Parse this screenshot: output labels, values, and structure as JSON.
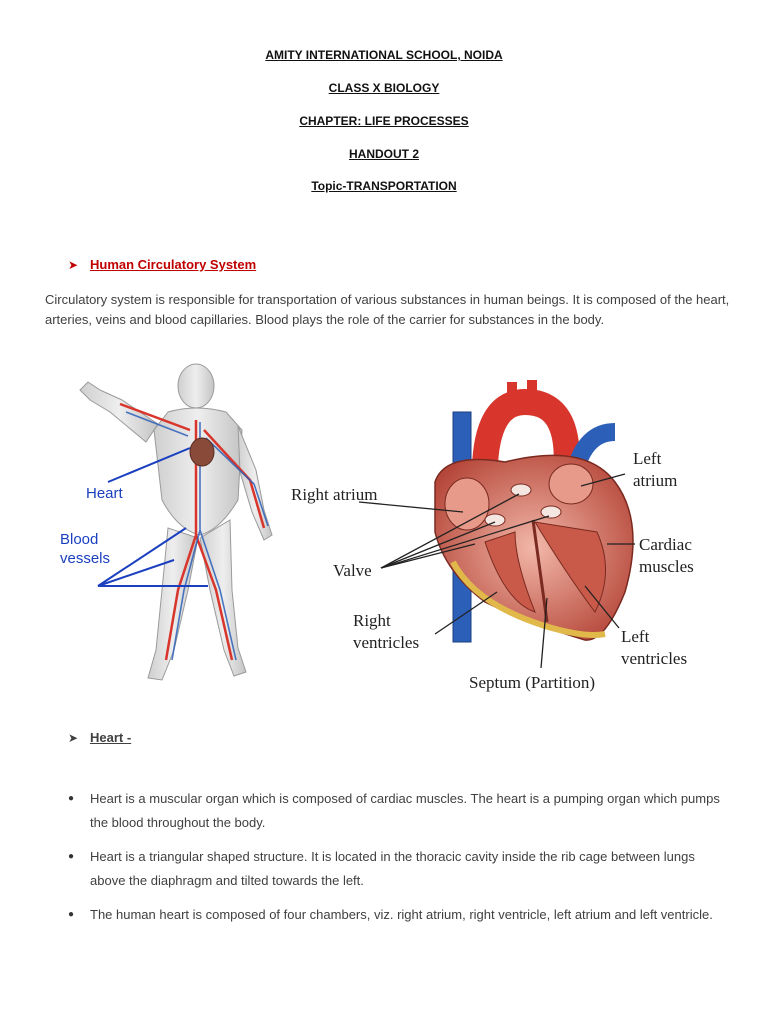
{
  "header": {
    "school": "AMITY INTERNATIONAL SCHOOL, NOIDA",
    "class": "CLASS X BIOLOGY",
    "chapter": "CHAPTER:  LIFE PROCESSES",
    "handout": "HANDOUT 2",
    "topic": "Topic-TRANSPORTATION"
  },
  "section1": {
    "title": "Human Circulatory System",
    "paragraph": "Circulatory system is responsible for transportation of various substances in human beings. It is composed of the heart, arteries, veins and blood capillaries. Blood plays the role of the carrier for substances in the body."
  },
  "figure_body": {
    "labels": {
      "heart": "Heart",
      "blood_vessels_1": "Blood",
      "blood_vessels_2": "vessels"
    }
  },
  "figure_heart": {
    "labels": {
      "right_atrium": "Right atrium",
      "valve": "Valve",
      "right_ventricles_1": "Right",
      "right_ventricles_2": "ventricles",
      "septum": "Septum (Partition)",
      "left_atrium_1": "Left",
      "left_atrium_2": "atrium",
      "cardiac_1": "Cardiac",
      "cardiac_2": "muscles",
      "left_ventricles_1": "Left",
      "left_ventricles_2": "ventricles"
    }
  },
  "section2": {
    "title": "Heart -",
    "bullets": [
      "Heart is a muscular organ which is composed of cardiac muscles. The heart is a pumping organ which pumps the blood throughout the body.",
      "Heart is a triangular shaped structure. It is located in the thoracic cavity inside the rib cage between lungs above the diaphragm and tilted towards the left.",
      "The human heart is composed of four chambers, viz. right atrium, right ventricle, left atrium and left ventricle."
    ]
  },
  "icons": {
    "section_arrow": "arrow-bullet-icon",
    "bullet": "round-bullet-icon"
  },
  "colors": {
    "section1_title": "#c00000",
    "artery": "#d8362c",
    "vein": "#2b5fb8",
    "label_blue": "#1a3fbf"
  }
}
